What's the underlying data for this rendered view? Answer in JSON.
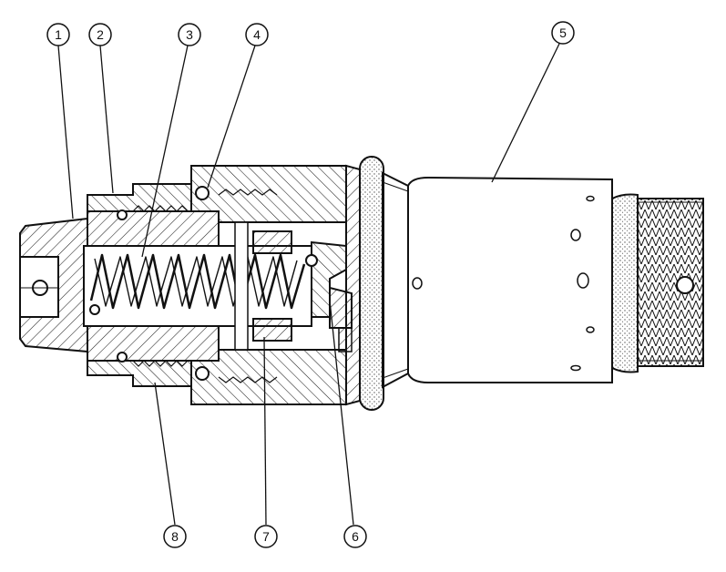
{
  "diagram": {
    "callouts": [
      {
        "id": "1",
        "label": "1"
      },
      {
        "id": "2",
        "label": "2"
      },
      {
        "id": "3",
        "label": "3"
      },
      {
        "id": "4",
        "label": "4"
      },
      {
        "id": "5",
        "label": "5"
      },
      {
        "id": "6",
        "label": "6"
      },
      {
        "id": "7",
        "label": "7"
      },
      {
        "id": "8",
        "label": "8"
      }
    ],
    "colors": {
      "line": "#111111",
      "hatch": "#222222",
      "background": "#ffffff",
      "stipple": "#555555"
    }
  }
}
